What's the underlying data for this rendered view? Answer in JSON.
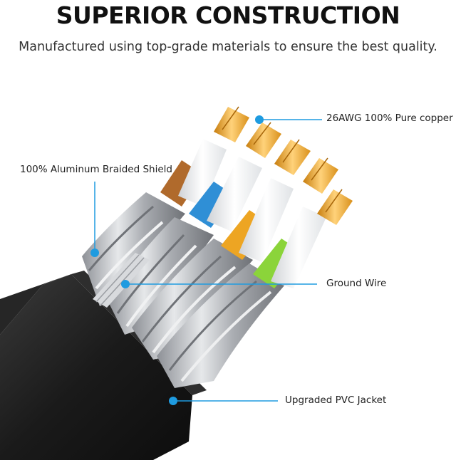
{
  "header": {
    "title": "SUPERIOR CONSTRUCTION",
    "subtitle": "Manufactured using top-grade materials to ensure the best quality."
  },
  "callouts": [
    {
      "id": "copper",
      "label": "26AWG 100% Pure copper"
    },
    {
      "id": "shield",
      "label": "100% Aluminum Braided Shield"
    },
    {
      "id": "ground",
      "label": "Ground Wire"
    },
    {
      "id": "jacket",
      "label": "Upgraded PVC Jacket"
    }
  ],
  "colors": {
    "accent": "#1e9be0",
    "jacket": "#1b1b1b",
    "copper": "#e8a51c",
    "pair_brown": "#b06a2c",
    "pair_blue": "#2f8fd6",
    "pair_orange": "#eda523",
    "pair_green": "#8bd43a",
    "shield": "#b5b8bd"
  }
}
